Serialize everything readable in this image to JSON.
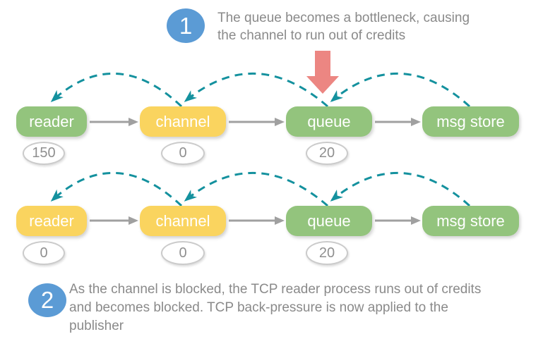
{
  "steps": [
    {
      "number": "1",
      "text": "The queue becomes a bottleneck, causing\nthe channel to run out of credits"
    },
    {
      "number": "2",
      "text": "As the channel is blocked, the TCP reader process runs out of credits\nand becomes blocked. TCP back-pressure is now applied to the\npublisher"
    }
  ],
  "pipeline_rows": [
    {
      "id": "stage-1",
      "nodes": [
        {
          "label": "reader",
          "status": "active"
        },
        {
          "label": "channel",
          "status": "blocked"
        },
        {
          "label": "queue",
          "status": "active"
        },
        {
          "label": "msg store",
          "status": "active"
        }
      ],
      "credits": [
        "150",
        "0",
        "20"
      ]
    },
    {
      "id": "stage-2",
      "nodes": [
        {
          "label": "reader",
          "status": "blocked"
        },
        {
          "label": "channel",
          "status": "blocked"
        },
        {
          "label": "queue",
          "status": "active"
        },
        {
          "label": "msg store",
          "status": "active"
        }
      ],
      "credits": [
        "0",
        "0",
        "20"
      ]
    }
  ],
  "colors": {
    "node_active": "#93C47D",
    "node_blocked": "#FAD45F",
    "credit_flow_arrow": "#14919E",
    "message_flow_arrow": "#A0A0A0",
    "bottleneck_arrow": "#EC8682",
    "step_badge": "#5B9BD5",
    "annotation_text": "#8A8A8A",
    "credit_counter_text": "#8F8F8F"
  }
}
